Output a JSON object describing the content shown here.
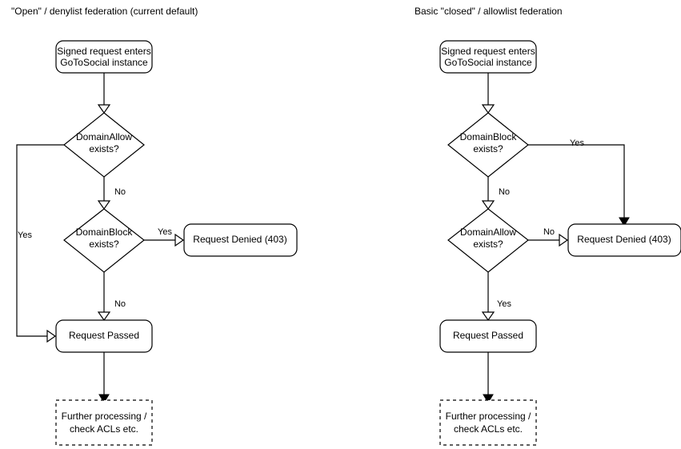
{
  "diagram": {
    "title_left": "\"Open\" / denylist federation (current default)",
    "title_right": "Basic \"closed\" / allowlist federation",
    "panels": [
      {
        "id": "denylist",
        "title": "\"Open\" / denylist federation (current default)",
        "nodes": {
          "start_line1": "Signed request enters",
          "start_line2": "GoToSocial instance",
          "decision1_line1": "DomainAllow",
          "decision1_line2": "exists?",
          "decision2_line1": "DomainBlock",
          "decision2_line2": "exists?",
          "denied": "Request Denied (403)",
          "passed": "Request Passed",
          "further_line1": "Further processing /",
          "further_line2": "check ACLs etc."
        },
        "edges": {
          "allow_yes": "Yes",
          "allow_no": "No",
          "block_yes": "Yes",
          "block_no": "No"
        }
      },
      {
        "id": "allowlist",
        "title": "Basic \"closed\" / allowlist federation",
        "nodes": {
          "start_line1": "Signed request enters",
          "start_line2": "GoToSocial instance",
          "decision1_line1": "DomainBlock",
          "decision1_line2": "exists?",
          "decision2_line1": "DomainAllow",
          "decision2_line2": "exists?",
          "denied": "Request Denied (403)",
          "passed": "Request Passed",
          "further_line1": "Further processing /",
          "further_line2": "check ACLs etc."
        },
        "edges": {
          "block_yes": "Yes",
          "block_no": "No",
          "allow_no": "No",
          "allow_yes": "Yes"
        }
      }
    ],
    "colors": {
      "background": "#ffffff",
      "stroke": "#000000",
      "text": "#000000"
    }
  }
}
